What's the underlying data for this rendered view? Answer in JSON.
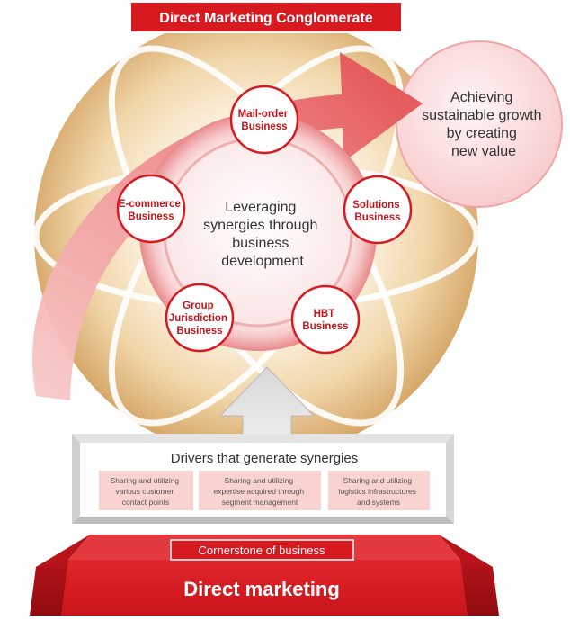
{
  "title": "Direct Marketing Conglomerate",
  "goal": {
    "lines": [
      "Achieving",
      "sustainable growth",
      "by creating",
      "new value"
    ]
  },
  "center": {
    "lines": [
      "Leveraging",
      "synergies through",
      "business",
      "development"
    ]
  },
  "businesses": [
    {
      "key": "mail-order",
      "lines": [
        "Mail-order",
        "Business"
      ]
    },
    {
      "key": "solutions",
      "lines": [
        "Solutions",
        "Business"
      ]
    },
    {
      "key": "hbt",
      "lines": [
        "HBT",
        "Business"
      ]
    },
    {
      "key": "group-jurisdiction",
      "lines": [
        "Group",
        "Jurisdiction",
        "Business"
      ]
    },
    {
      "key": "e-commerce",
      "lines": [
        "E-commerce",
        "Business"
      ]
    }
  ],
  "drivers": {
    "title": "Drivers that generate synergies",
    "items": [
      {
        "lines": [
          "Sharing and utilizing",
          "various customer",
          "contact points"
        ]
      },
      {
        "lines": [
          "Sharing and utilizing",
          "expertise acquired through",
          "segment management"
        ]
      },
      {
        "lines": [
          "Sharing and utilizing",
          "logistics infrastructures",
          "and systems"
        ]
      }
    ]
  },
  "cornerstone": {
    "label": "Cornerstone of business",
    "title": "Direct marketing"
  },
  "colors": {
    "brand_red": "#d71920",
    "dark_red": "#a30f14",
    "gold": "#d9a868",
    "pink": "#f6c5c5",
    "driver_box": "#f8d3cf"
  }
}
